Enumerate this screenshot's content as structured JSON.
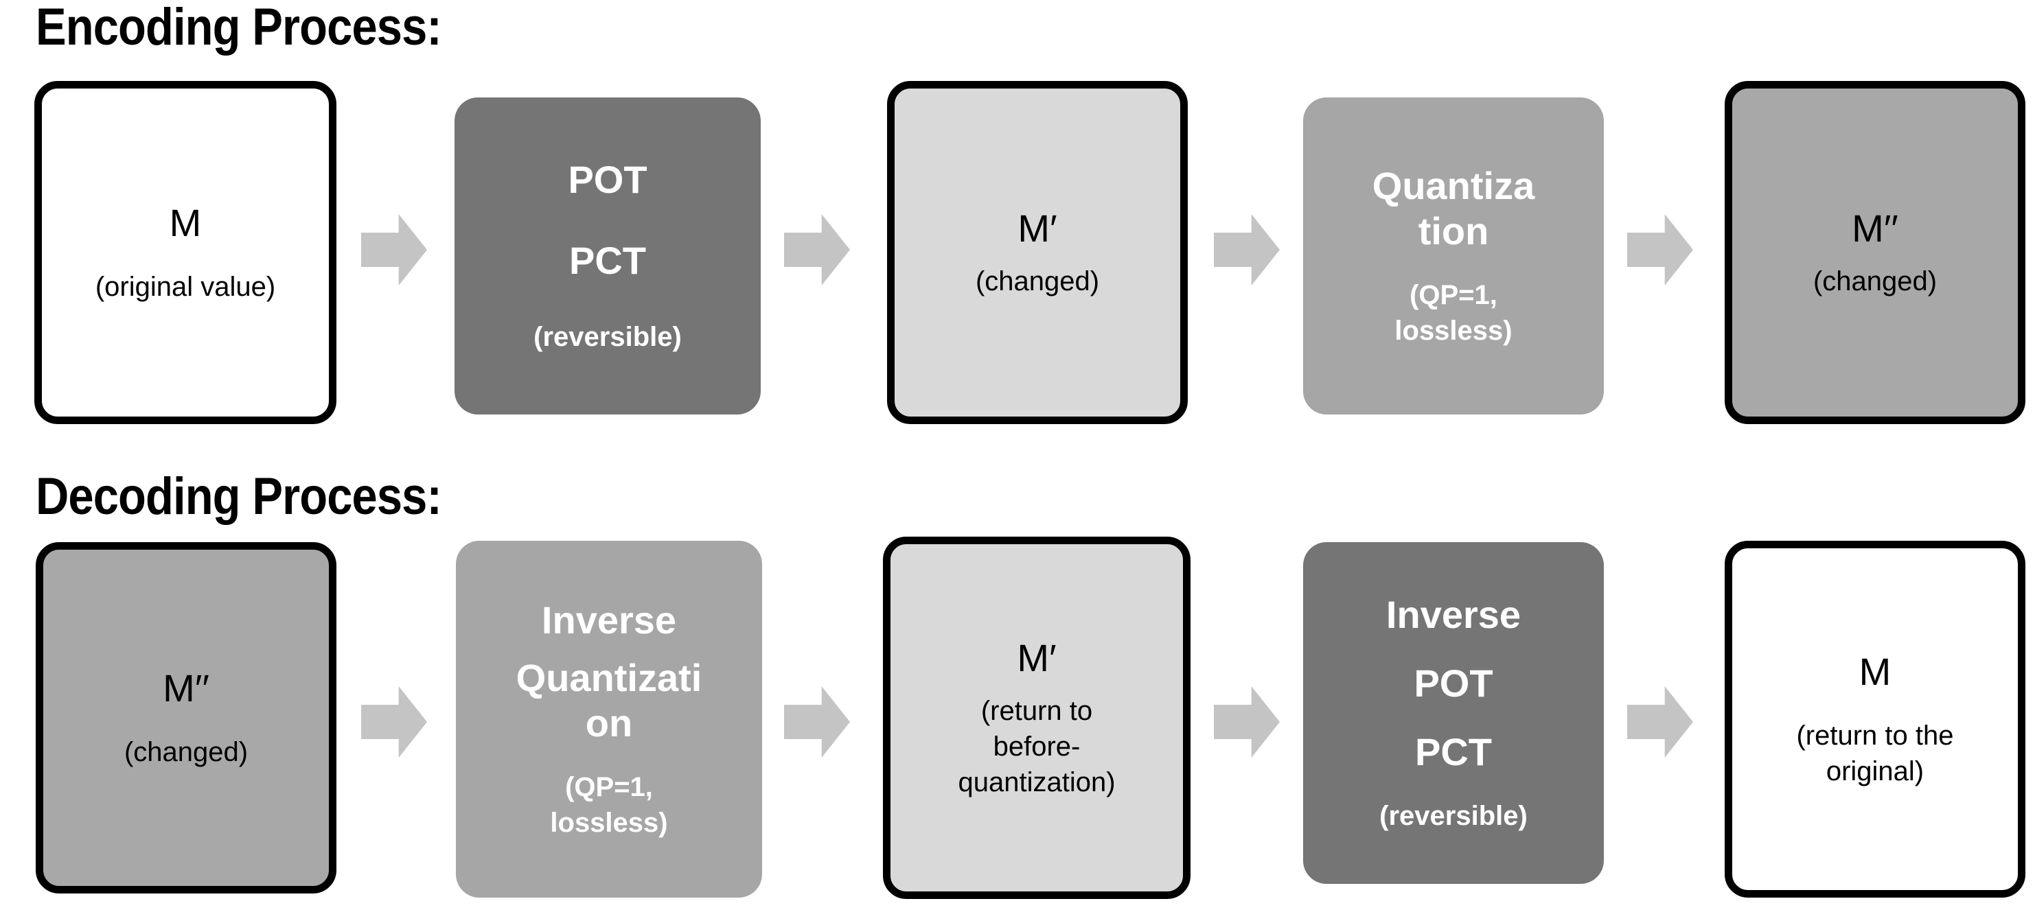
{
  "diagram": {
    "title_encoding": "Encoding Process:",
    "title_decoding": "Decoding Process:",
    "colors": {
      "box_white": "#ffffff",
      "box_light_gray": "#d9d9d9",
      "box_medium_gray": "#a6a6a6",
      "box_dark_gray": "#757575",
      "border": "#000000",
      "arrow": "#c4c4c4",
      "text_dark": "#000000",
      "text_light": "#ffffff"
    },
    "encoding": {
      "nodes": [
        {
          "id": "enc-m",
          "main": "M",
          "sub": "(original value)",
          "style": "white-bordered"
        },
        {
          "id": "enc-pot-pct",
          "main_a": "POT",
          "main_b": "PCT",
          "sub": "(reversible)",
          "style": "dark-gray"
        },
        {
          "id": "enc-m-prime",
          "main": "M′",
          "sub": "(changed)",
          "style": "light-gray-bordered"
        },
        {
          "id": "enc-quantization",
          "main_a": "Quantiza",
          "main_b": "tion",
          "sub_a": "(QP=1,",
          "sub_b": "lossless)",
          "style": "medium-gray"
        },
        {
          "id": "enc-m-double-prime",
          "main": "M′′",
          "sub": "(changed)",
          "style": "medium-gray-bordered"
        }
      ],
      "arrows": [
        "arrow-1",
        "arrow-2",
        "arrow-3",
        "arrow-4"
      ]
    },
    "decoding": {
      "nodes": [
        {
          "id": "dec-m-double-prime",
          "main": "M′′",
          "sub": "(changed)",
          "style": "medium-gray-bordered"
        },
        {
          "id": "dec-inverse-quantization",
          "main_a": "Inverse",
          "main_b": "Quantizati",
          "main_c": "on",
          "sub_a": "(QP=1,",
          "sub_b": "lossless)",
          "style": "medium-gray"
        },
        {
          "id": "dec-m-prime",
          "main": "M′",
          "sub_a": "(return to",
          "sub_b": "before-",
          "sub_c": "quantization)",
          "style": "light-gray-bordered"
        },
        {
          "id": "dec-inverse-pot-pct",
          "main_a": "Inverse",
          "main_b": "POT",
          "main_c": "PCT",
          "sub": "(reversible)",
          "style": "dark-gray"
        },
        {
          "id": "dec-m",
          "main": "M",
          "sub_a": "(return to the",
          "sub_b": "original)",
          "style": "white-bordered"
        }
      ],
      "arrows": [
        "arrow-5",
        "arrow-6",
        "arrow-7",
        "arrow-8"
      ]
    }
  }
}
